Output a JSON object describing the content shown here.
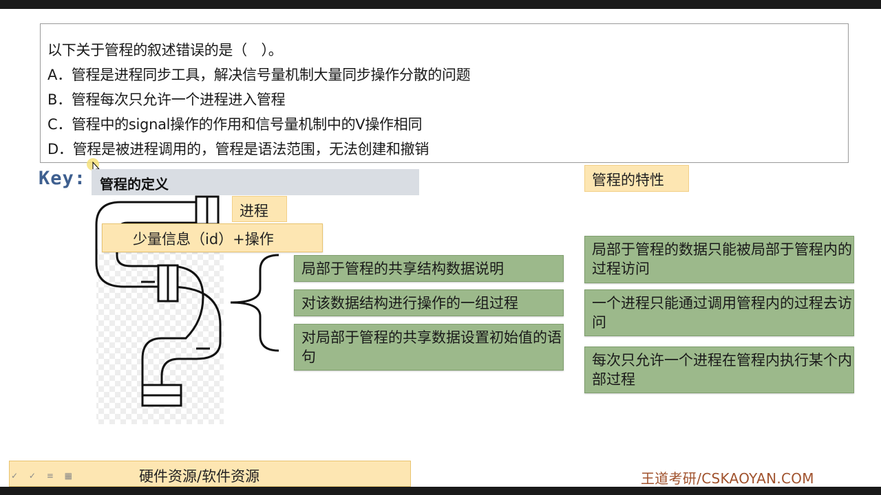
{
  "question": {
    "stem": "以下关于管程的叙述错误的是（　）。",
    "options": [
      "A．管程是进程同步工具，解决信号量机制大量同步操作分散的问题",
      "B．管程每次只允许一个进程进入管程",
      "C．管程中的signal操作的作用和信号量机制中的V操作相同",
      "D．管程是被进程调用的，管程是语法范围，无法创建和撤销"
    ]
  },
  "key": {
    "label": "Key:",
    "definition_title": "管程的定义",
    "process_label": "进程",
    "info_label": "少量信息（id）+操作",
    "definition_items": [
      "局部于管程的共享结构数据说明",
      "对该数据结构进行操作的一组过程",
      "对局部于管程的共享数据设置初始值的语句"
    ]
  },
  "characteristics": {
    "title": "管程的特性",
    "items": [
      "局部于管程的数据只能被局部于管程内的过程访问",
      "一个进程只能通过调用管程内的过程去访问",
      "每次只允许一个进程在管程内执行某个内部过程"
    ]
  },
  "footer": {
    "resources": "硬件资源/软件资源",
    "brand": "王道考研/CSKAOYAN.COM"
  },
  "colors": {
    "key_blue": "#3e5f8f",
    "orange_box": "#fde6b2",
    "green_box": "#9cb98b",
    "brand": "#a0522d"
  }
}
